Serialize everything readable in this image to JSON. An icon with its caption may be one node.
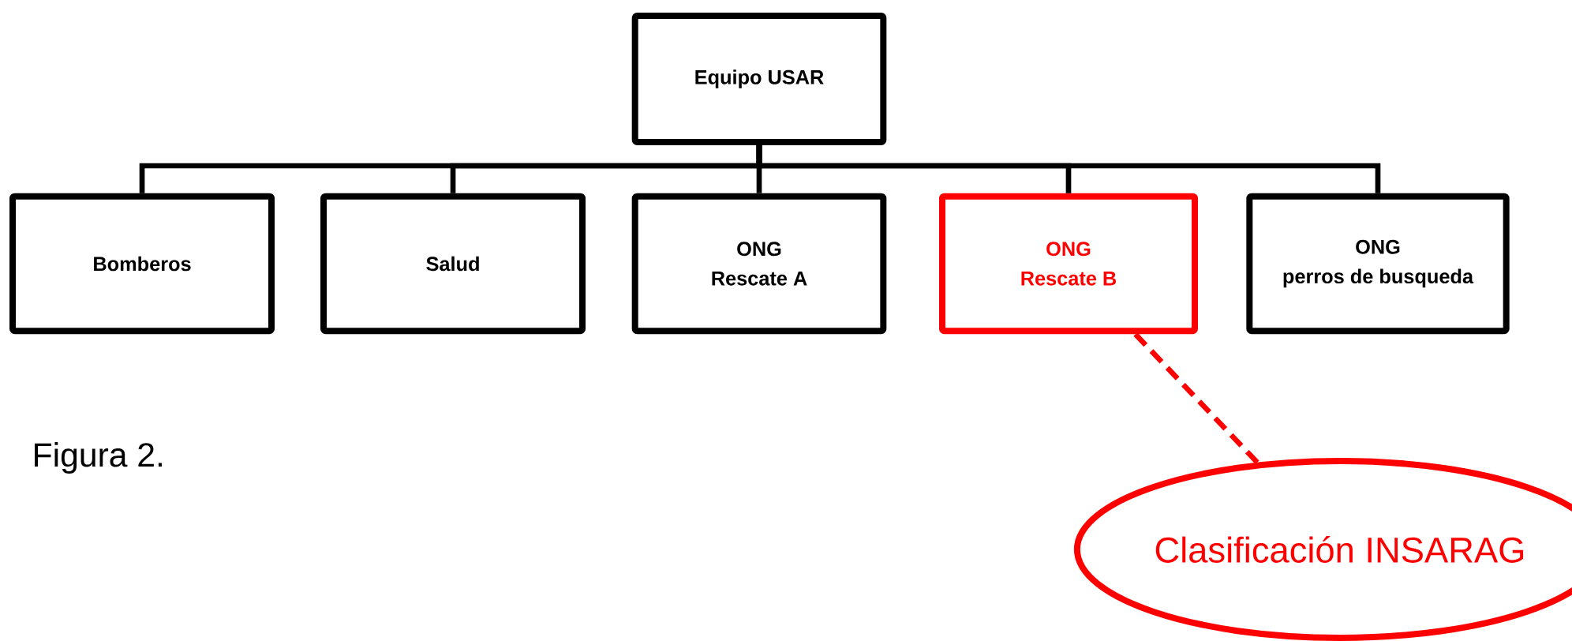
{
  "diagram": {
    "nodes": [
      {
        "text": [
          "Equipo USAR"
        ]
      },
      {
        "text": [
          "Bomberos"
        ]
      },
      {
        "text": [
          "Salud"
        ]
      },
      {
        "text": [
          "ONG",
          "Rescate A"
        ]
      },
      {
        "text": [
          "ONG",
          "Rescate B"
        ]
      },
      {
        "text": [
          "ONG",
          "perros de busqueda"
        ]
      },
      {
        "text": [
          "Clasificación INSARAG"
        ]
      }
    ],
    "edges": [
      {
        "from": 0,
        "to": 1,
        "arrow": "none"
      },
      {
        "from": 0,
        "to": 2,
        "arrow": "none"
      },
      {
        "from": 0,
        "to": 3,
        "arrow": "none"
      },
      {
        "from": 0,
        "to": 4,
        "arrow": "none"
      },
      {
        "from": 0,
        "to": 5,
        "arrow": "none"
      },
      {
        "from": 6,
        "to": 4,
        "arrow": "none",
        "style": "dashed",
        "color": "#ff0000"
      }
    ],
    "labels": [
      "Figura 2."
    ]
  }
}
